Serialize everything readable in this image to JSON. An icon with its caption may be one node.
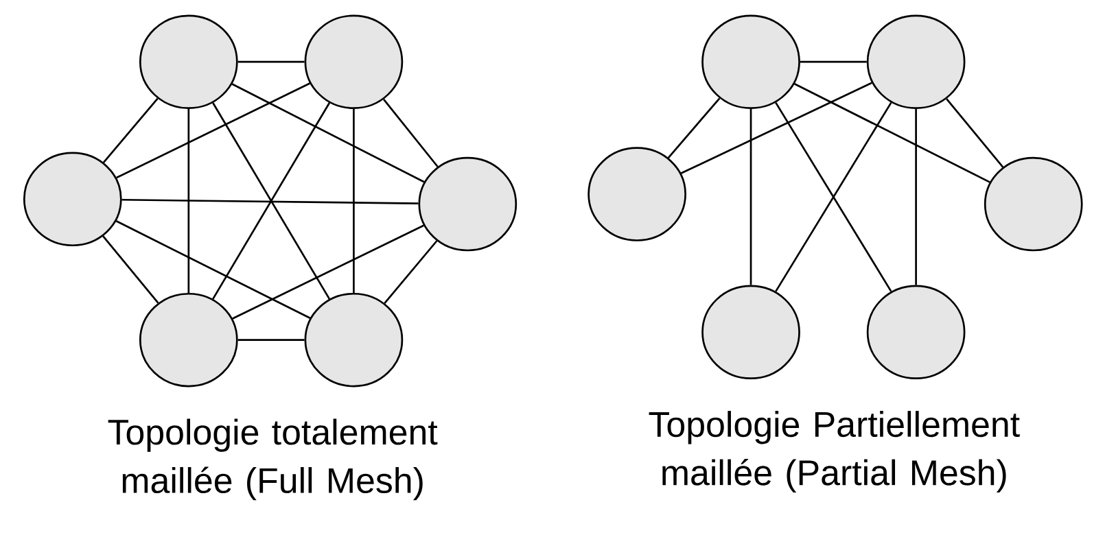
{
  "diagram": {
    "nodes": [
      {
        "text": [],
        "shape": "circle"
      },
      {
        "text": [],
        "shape": "circle"
      },
      {
        "text": [],
        "shape": "circle"
      },
      {
        "text": [],
        "shape": "circle"
      },
      {
        "text": [],
        "shape": "circle"
      },
      {
        "text": [],
        "shape": "circle"
      },
      {
        "text": [],
        "shape": "circle"
      },
      {
        "text": [],
        "shape": "circle"
      },
      {
        "text": [],
        "shape": "circle"
      },
      {
        "text": [],
        "shape": "circle"
      },
      {
        "text": [],
        "shape": "circle"
      },
      {
        "text": [],
        "shape": "circle"
      }
    ],
    "edges": [
      {
        "from": 0,
        "to": 1,
        "arrow": "none"
      },
      {
        "from": 0,
        "to": 2,
        "arrow": "none"
      },
      {
        "from": 0,
        "to": 3,
        "arrow": "none"
      },
      {
        "from": 0,
        "to": 4,
        "arrow": "none"
      },
      {
        "from": 0,
        "to": 5,
        "arrow": "none"
      },
      {
        "from": 1,
        "to": 2,
        "arrow": "none"
      },
      {
        "from": 1,
        "to": 3,
        "arrow": "none"
      },
      {
        "from": 1,
        "to": 4,
        "arrow": "none"
      },
      {
        "from": 1,
        "to": 5,
        "arrow": "none"
      },
      {
        "from": 2,
        "to": 3,
        "arrow": "none"
      },
      {
        "from": 2,
        "to": 4,
        "arrow": "none"
      },
      {
        "from": 2,
        "to": 5,
        "arrow": "none"
      },
      {
        "from": 3,
        "to": 4,
        "arrow": "none"
      },
      {
        "from": 3,
        "to": 5,
        "arrow": "none"
      },
      {
        "from": 4,
        "to": 5,
        "arrow": "none"
      },
      {
        "from": 6,
        "to": 7,
        "arrow": "none"
      },
      {
        "from": 6,
        "to": 8,
        "arrow": "none"
      },
      {
        "from": 7,
        "to": 8,
        "arrow": "none"
      },
      {
        "from": 6,
        "to": 9,
        "arrow": "none"
      },
      {
        "from": 6,
        "to": 10,
        "arrow": "none"
      },
      {
        "from": 6,
        "to": 11,
        "arrow": "none"
      },
      {
        "from": 7,
        "to": 9,
        "arrow": "none"
      },
      {
        "from": 7,
        "to": 10,
        "arrow": "none"
      },
      {
        "from": 7,
        "to": 11,
        "arrow": "none"
      }
    ],
    "labels": [
      "Topologie totalement maillée (Full Mesh)",
      "Topologie Partiellement maillée (Partial Mesh)"
    ]
  }
}
